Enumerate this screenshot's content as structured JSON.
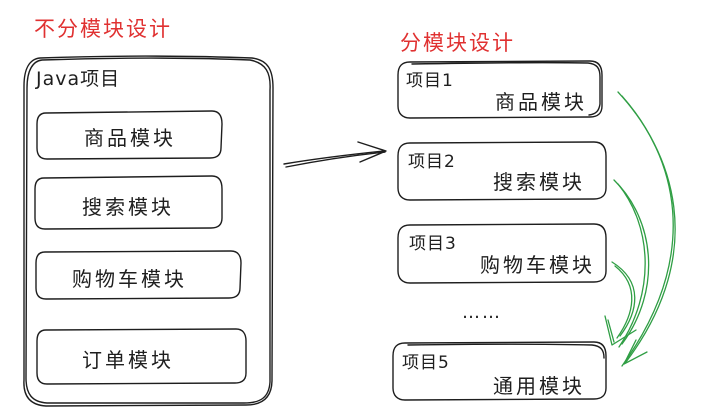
{
  "left": {
    "title": "不分模块设计",
    "container_label": "Java项目",
    "modules": [
      "商品模块",
      "搜索模块",
      "购物车模块",
      "订单模块"
    ]
  },
  "right": {
    "title": "分模块设计",
    "projects": [
      {
        "name": "项目1",
        "module": "商品模块"
      },
      {
        "name": "项目2",
        "module": "搜索模块"
      },
      {
        "name": "项目3",
        "module": "购物车模块"
      },
      {
        "name": "项目5",
        "module": "通用模块"
      }
    ],
    "ellipsis": "……"
  },
  "colors": {
    "title": "#e03131",
    "stroke": "#1e1e1e",
    "dependency_arrow": "#2f9e44"
  }
}
